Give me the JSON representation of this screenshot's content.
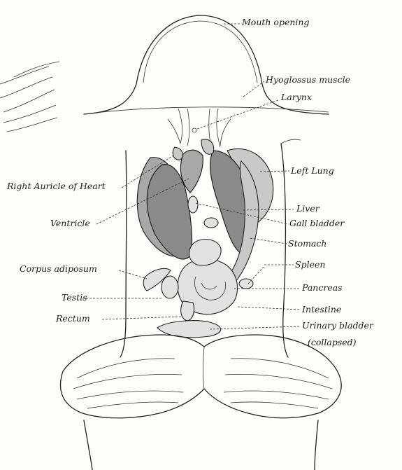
{
  "labels": {
    "mouth_opening": "Mouth opening",
    "hyoglossus_muscle": "Hyoglossus muscle",
    "larynx": "Larynx",
    "left_lung": "Left Lung",
    "right_auricle": "Right Auricle of Heart",
    "liver": "Liver",
    "gall_bladder": "Gall bladder",
    "ventricle": "Ventricle",
    "stomach": "Stomach",
    "spleen": "Spleen",
    "corpus_adiposum": "Corpus adiposum",
    "pancreas": "Pancreas",
    "testis": "Testis",
    "intestine": "Intestine",
    "rectum": "Rectum",
    "urinary_bladder": "Urinary bladder",
    "collapsed": "(collapsed)"
  }
}
